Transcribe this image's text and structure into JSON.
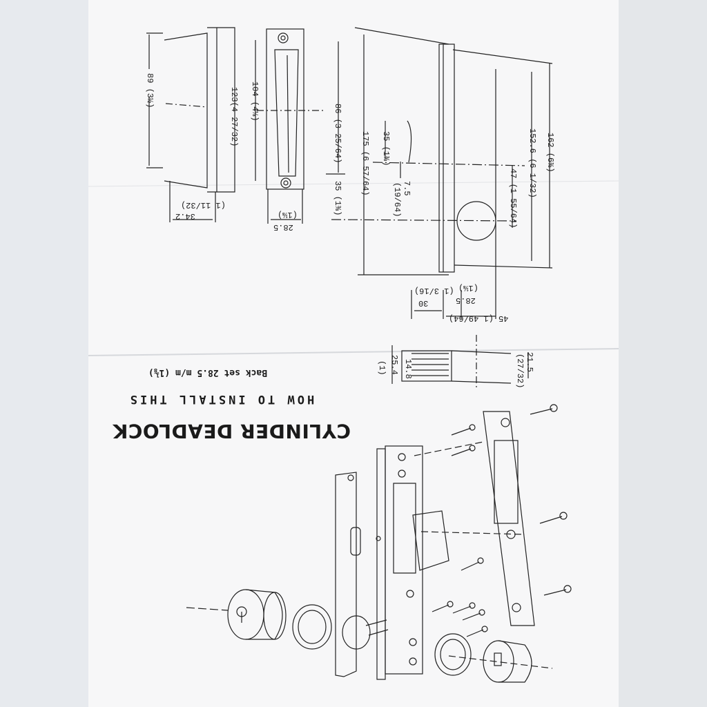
{
  "document": {
    "title": "CYLINDER DEADLOCK",
    "subtitle": "HOW TO INSTALL THIS",
    "backset_label": "Back set 28.5",
    "backset_unit": "m/m",
    "backset_inch": "(1⅛)"
  },
  "dimensions": {
    "d89": "89 (3½)",
    "d123": "123(4 27/32)",
    "d104": "104 (4⅛)",
    "d86": "86 (3 25/64)",
    "d35a": "35 (1⅜)",
    "d34": "34.2",
    "d34i": "(1 11/32)",
    "d28a": "28.5",
    "d28ai": "(1⅛)",
    "d175": "175 (6 57/64)",
    "d35b": "35 (1⅜)",
    "d7": "7.5",
    "d7i": "(19/64)",
    "d152": "152.6 (6 1/32)",
    "d162": "162 (6⅜)",
    "d47": "47 (1 55/64)",
    "d30": "30",
    "d30i": "(1 3/16)",
    "d28b": "28.5",
    "d28bi": "(1⅛)",
    "d45": "45 (1 49/64)",
    "d148": "14.8",
    "d254": "25.4",
    "d254i": "(1)",
    "d215": "21.5",
    "d215i": "(27/32)"
  }
}
